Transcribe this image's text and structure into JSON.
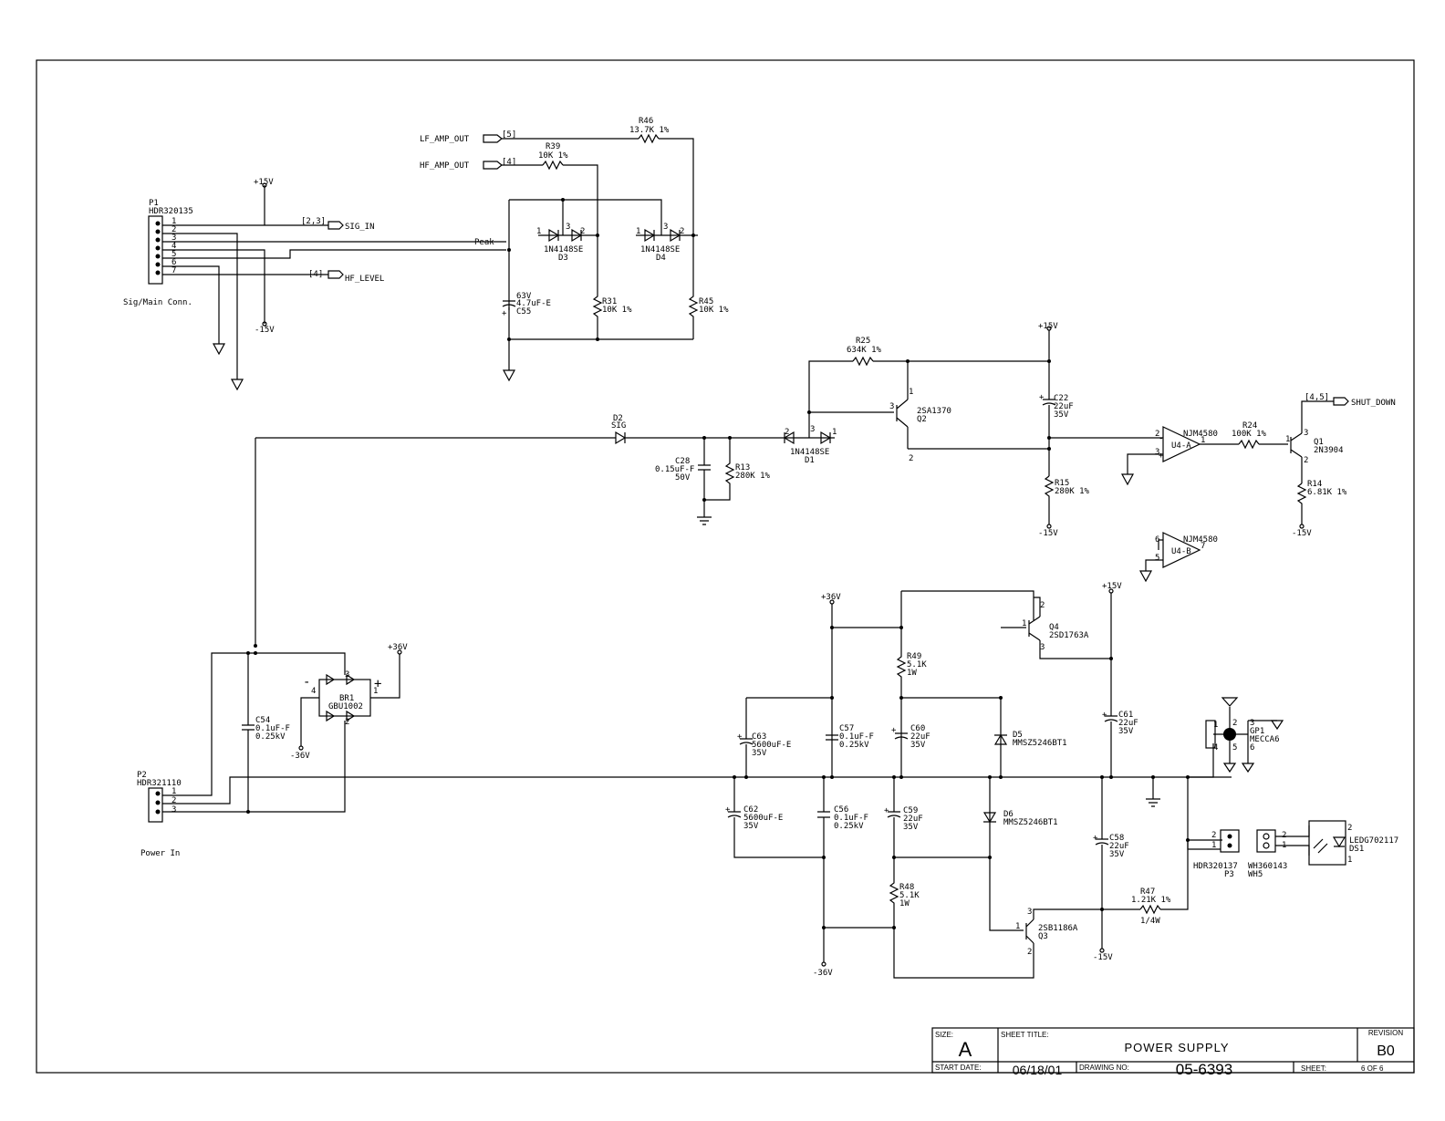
{
  "title_block": {
    "size_label": "SIZE:",
    "size_value": "A",
    "sheet_title_label": "SHEET TITLE:",
    "sheet_title": "POWER SUPPLY",
    "revision_label": "REVISION",
    "revision": "B0",
    "start_date_label": "START DATE:",
    "start_date": "06/18/01",
    "drawing_no_label": "DRAWING NO:",
    "drawing_no": "05-6393",
    "sheet_label": "SHEET:",
    "sheet_value": "6  OF  6"
  },
  "p1": {
    "ref": "P1",
    "part": "HDR320135",
    "desc": "Sig/Main Conn.",
    "pins": [
      "1",
      "2",
      "3",
      "4",
      "5",
      "6",
      "7"
    ]
  },
  "p2": {
    "ref": "P2",
    "part": "HDR321110",
    "desc": "Power In",
    "pins": [
      "1",
      "2",
      "3"
    ]
  },
  "ports": {
    "lf_amp_out": "LF_AMP_OUT",
    "lf_ref": "[5]",
    "hf_amp_out": "HF_AMP_OUT",
    "hf_ref": "[4]",
    "sig_in": "SIG_IN",
    "sig_ref": "[2,3]",
    "hf_level": "HF_LEVEL",
    "hf_level_ref": "[4]",
    "shut_down": "SHUT_DOWN",
    "shut_ref": "[4,5]"
  },
  "nets": {
    "peak": "Peak",
    "p15": "+15V",
    "m15": "-15V",
    "p36": "+36V",
    "m36": "-36V"
  },
  "parts": {
    "r46": {
      "ref": "R46",
      "val": "13.7K 1%"
    },
    "r39": {
      "ref": "R39",
      "val": "10K 1%"
    },
    "d3": {
      "ref": "D3",
      "val": "1N4148SE"
    },
    "d4": {
      "ref": "D4",
      "val": "1N4148SE"
    },
    "c55": {
      "ref": "C55",
      "v": "63V",
      "val": "4.7uF-E"
    },
    "r31": {
      "ref": "R31",
      "val": "10K 1%"
    },
    "r45": {
      "ref": "R45",
      "val": "10K 1%"
    },
    "r25": {
      "ref": "R25",
      "val": "634K 1%"
    },
    "q2": {
      "ref": "Q2",
      "val": "2SA1370"
    },
    "c22": {
      "ref": "C22",
      "val": "22uF",
      "v": "35V"
    },
    "d2": {
      "ref": "D2",
      "val": "SIG"
    },
    "d1": {
      "ref": "D1",
      "val": "1N4148SE"
    },
    "c28": {
      "ref": "C28",
      "val": "0.15uF-F",
      "v": "50V"
    },
    "r13": {
      "ref": "R13",
      "val": "280K 1%"
    },
    "r15": {
      "ref": "R15",
      "val": "280K 1%"
    },
    "u4a": {
      "ref": "U4-A",
      "val": "NJM4580"
    },
    "u4b": {
      "ref": "U4-B",
      "val": "NJM4580"
    },
    "r24": {
      "ref": "R24",
      "val": "100K 1%"
    },
    "q1": {
      "ref": "Q1",
      "val": "2N3904"
    },
    "r14": {
      "ref": "R14",
      "val": "6.81K 1%"
    },
    "br1": {
      "ref": "BR1",
      "val": "GBU1002"
    },
    "c54": {
      "ref": "C54",
      "val": "0.1uF-F",
      "v": "0.25kV"
    },
    "q4": {
      "ref": "Q4",
      "val": "2SD1763A"
    },
    "r49": {
      "ref": "R49",
      "val": "5.1K",
      "w": "1W"
    },
    "c63": {
      "ref": "C63",
      "val": "5600uF-E",
      "v": "35V"
    },
    "c57": {
      "ref": "C57",
      "val": "0.1uF-F",
      "v": "0.25kV"
    },
    "c60": {
      "ref": "C60",
      "val": "22uF",
      "v": "35V"
    },
    "d5": {
      "ref": "D5",
      "val": "MMSZ5246BT1"
    },
    "c61": {
      "ref": "C61",
      "val": "22uF",
      "v": "35V"
    },
    "gp1": {
      "ref": "GP1",
      "val": "MECCA6"
    },
    "c62": {
      "ref": "C62",
      "val": "5600uF-E",
      "v": "35V"
    },
    "c56": {
      "ref": "C56",
      "val": "0.1uF-F",
      "v": "0.25kV"
    },
    "c59": {
      "ref": "C59",
      "val": "22uF",
      "v": "35V"
    },
    "d6": {
      "ref": "D6",
      "val": "MMSZ5246BT1"
    },
    "c58": {
      "ref": "C58",
      "val": "22uF",
      "v": "35V"
    },
    "r48": {
      "ref": "R48",
      "val": "5.1K",
      "w": "1W"
    },
    "q3": {
      "ref": "Q3",
      "val": "2SB1186A"
    },
    "r47": {
      "ref": "R47",
      "val": "1.21K 1%",
      "w": "1/4W"
    },
    "p3": {
      "ref": "P3",
      "val": "HDR320137"
    },
    "wh5": {
      "ref": "WH5",
      "val": "WH360143"
    },
    "ds1": {
      "ref": "DS1",
      "val": "LEDG702117"
    }
  },
  "pins": {
    "n1": "1",
    "n2": "2",
    "n3": "3",
    "n4": "4",
    "n5": "5",
    "n6": "6",
    "n7": "7",
    "plus": "+",
    "minus": "-"
  }
}
